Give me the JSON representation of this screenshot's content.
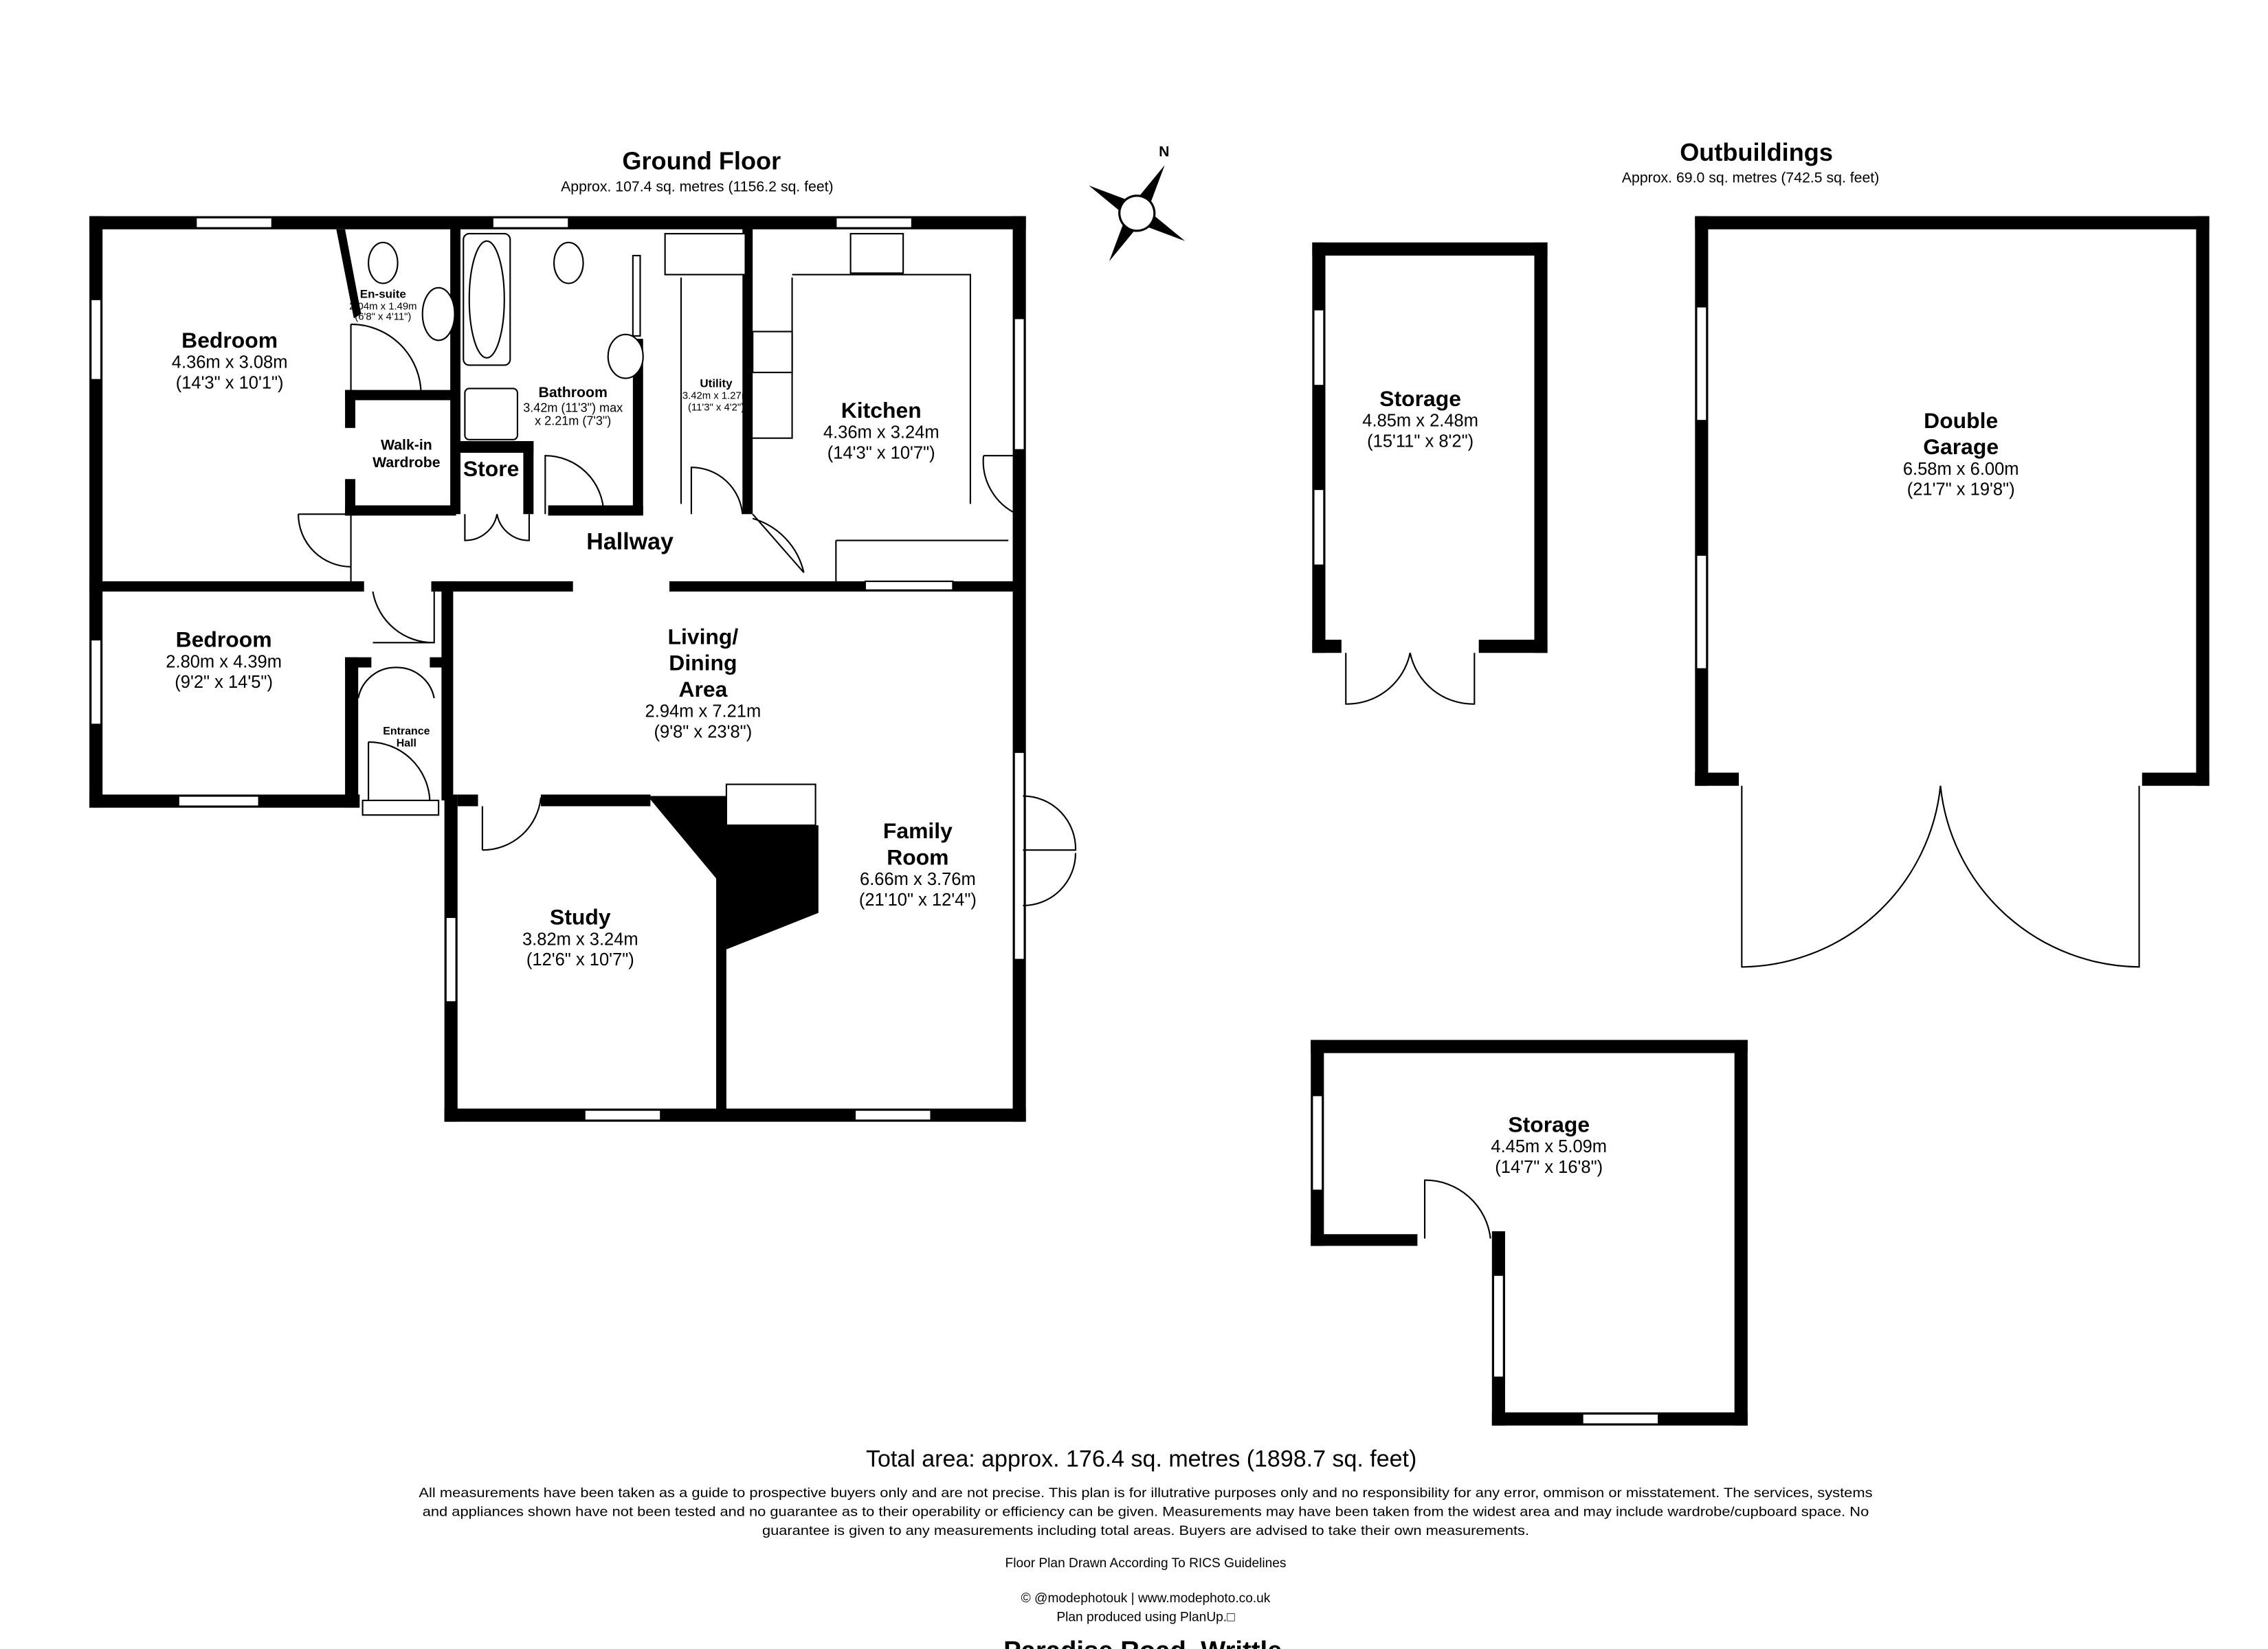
{
  "ground_floor": {
    "title": "Ground Floor",
    "area": "Approx. 107.4 sq. metres (1156.2 sq. feet)",
    "rooms": [
      {
        "name": "Bedroom",
        "dims": [
          "4.36m x 3.08m",
          "(14'3\" x 10'1\")"
        ]
      },
      {
        "name": "En-suite",
        "dims": [
          "2.04m x 1.49m",
          "(6'8\" x 4'11\")"
        ]
      },
      {
        "name": "Bathroom",
        "dims": [
          "3.42m (11'3\") max",
          "x 2.21m (7'3\")"
        ]
      },
      {
        "name": "Utility",
        "dims": [
          "3.42m x 1.27m",
          "(11'3\" x 4'2\")"
        ]
      },
      {
        "name": "Kitchen",
        "dims": [
          "4.36m x 3.24m",
          "(14'3\" x 10'7\")"
        ]
      },
      {
        "name": [
          "Walk-in",
          "Wardrobe"
        ]
      },
      {
        "name": "Store"
      },
      {
        "name": "Hallway"
      },
      {
        "name": "Bedroom",
        "dims": [
          "2.80m x 4.39m",
          "(9'2\" x 14'5\")"
        ]
      },
      {
        "name": [
          "Entrance",
          "Hall"
        ]
      },
      {
        "name": [
          "Living/",
          "Dining",
          "Area"
        ],
        "dims": [
          "2.94m x 7.21m",
          "(9'8\" x 23'8\")"
        ]
      },
      {
        "name": [
          "Family",
          "Room"
        ],
        "dims": [
          "6.66m x 3.76m",
          "(21'10\" x 12'4\")"
        ]
      },
      {
        "name": "Study",
        "dims": [
          "3.82m x 3.24m",
          "(12'6\" x 10'7\")"
        ]
      }
    ]
  },
  "compass": {
    "label": "N",
    "icon": "compass-north-icon"
  },
  "outbuildings": {
    "title": "Outbuildings",
    "area": "Approx. 69.0 sq. metres (742.5 sq. feet)",
    "rooms": [
      {
        "name": "Storage",
        "dims": [
          "4.85m x 2.48m",
          "(15'11\" x 8'2\")"
        ]
      },
      {
        "name": [
          "Double",
          "Garage"
        ],
        "dims": [
          "6.58m x 6.00m",
          "(21'7\" x 19'8\")"
        ]
      },
      {
        "name": "Storage",
        "dims": [
          "4.45m x 5.09m",
          "(14'7\" x 16'8\")"
        ]
      }
    ]
  },
  "footer": {
    "total_area": "Total area: approx. 176.4 sq. metres (1898.7 sq. feet)",
    "disclaimer": [
      "All measurements have been taken as a guide to prospective buyers only and are not precise. This plan is for illutrative purposes only and no responsibility for any error, ommison or misstatement. The services, systems",
      "and appliances shown have not been tested and no guarantee as to their operability or efficiency can be given. Measurements may have been taken from the widest area and may include wardrobe/cupboard space. No",
      "guarantee is given to any measurements including total areas. Buyers are advised to take their own measurements."
    ],
    "rics": "Floor Plan Drawn According To RICS Guidelines",
    "credit": "© @modephotouk | www.modephoto.co.uk",
    "produced": "Plan produced using PlanUp.□",
    "address": "Paradise Road, Writtle"
  }
}
